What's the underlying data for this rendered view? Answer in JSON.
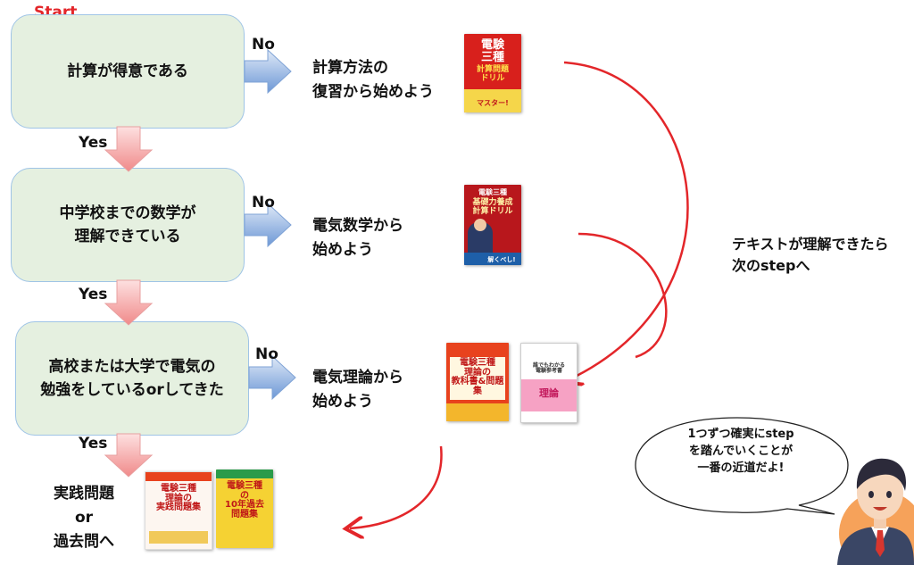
{
  "start_label": "Start",
  "questions": [
    "計算が得意である",
    "中学校までの数学が\n理解できている",
    "高校または大学で電気の\n勉強をしているorしてきた"
  ],
  "no_label": "No",
  "yes_label": "Yes",
  "results": [
    "計算方法の\n復習から始めよう",
    "電気数学から\n始めよう",
    "電気理論から\n始めよう"
  ],
  "final_result": "実践問題\nor\n過去問へ",
  "side_note": "テキストが理解できたら\n次のstepへ",
  "speech": "1つずつ確実にstep\nを踏んでいくことが\n一番の近道だよ!",
  "books": {
    "b1_title": "電験\n三種",
    "b1_sub": "計算問題\nドリル",
    "b1_tag": "マスター!",
    "b2_top": "電験三種",
    "b2_title": "基礎力養成\n計算ドリル",
    "b2_tag": "解くべし!",
    "b3_title": "電験三種\n理論の\n教科書&問題集",
    "b4_small": "誰でもわかる\n電験参考書",
    "b4_title": "理論",
    "b5_title": "電験三種\n理論の\n実践問題集",
    "b6_title": "電験三種\nの\n10年過去\n問題集"
  },
  "colors": {
    "box_fill": "#e5f0e0",
    "box_border": "#9fc4e6",
    "red": "#e3262a",
    "blue_arrow": "#6d98d6",
    "red_arrow": "#f08a8a"
  }
}
